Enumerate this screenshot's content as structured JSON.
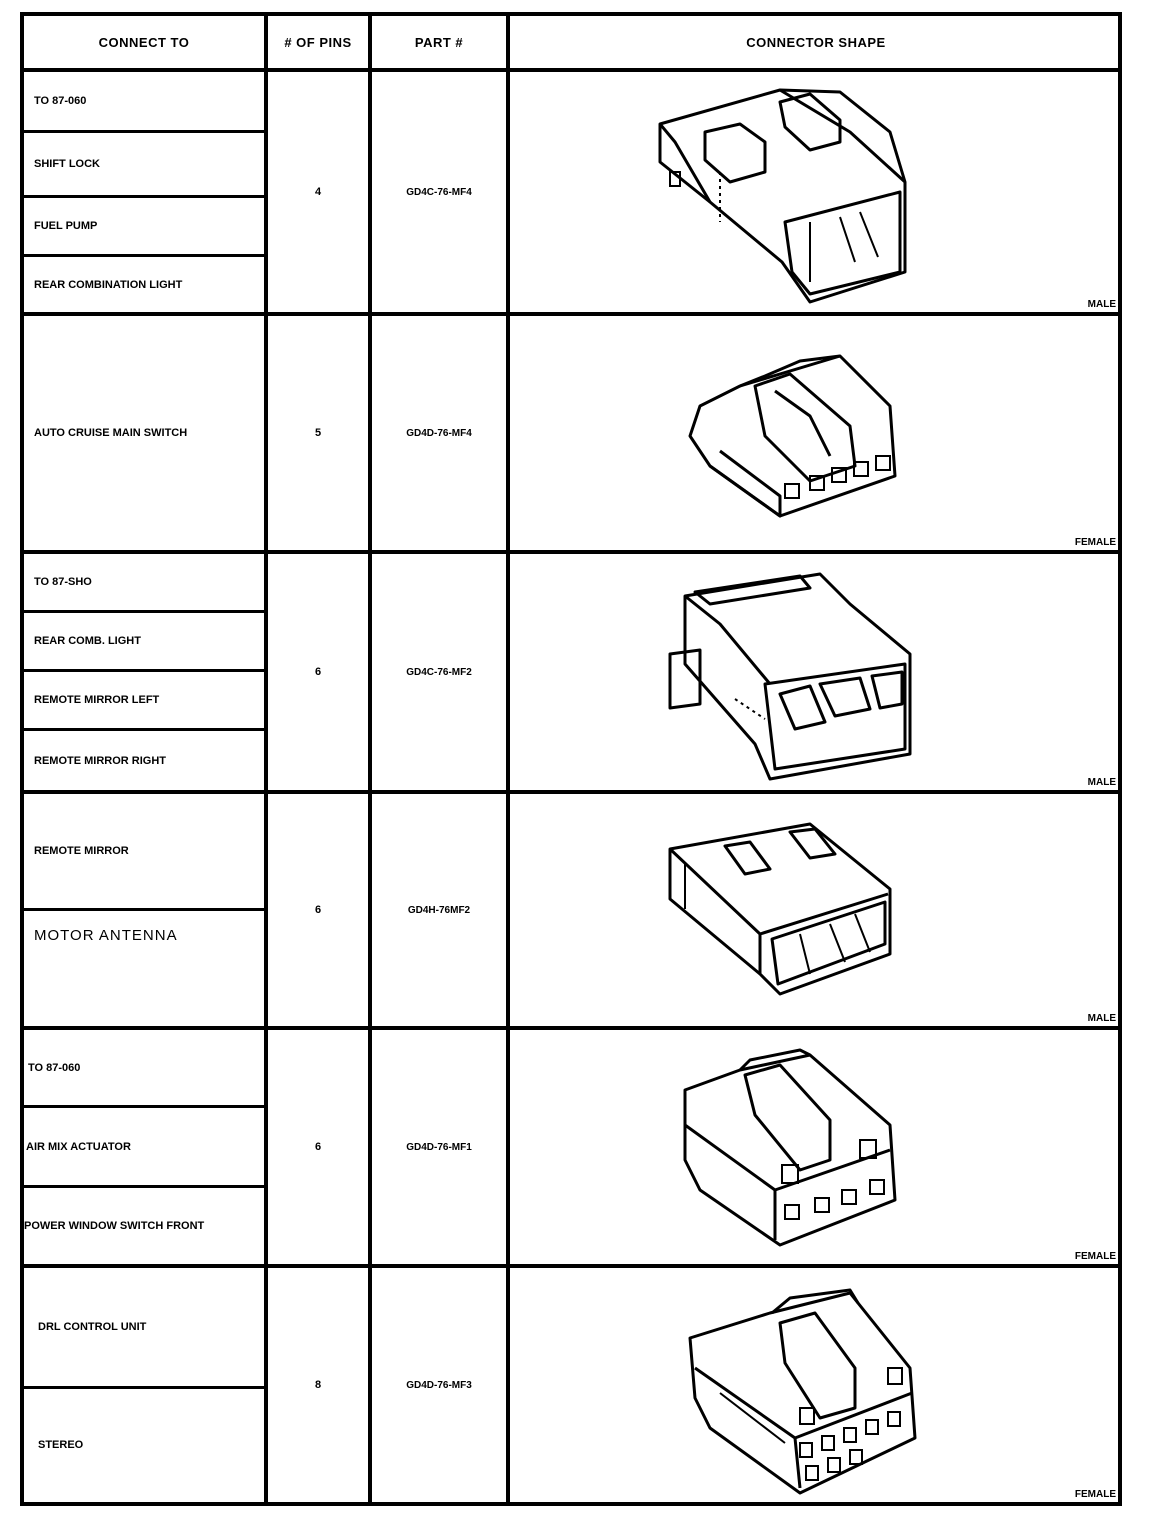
{
  "header": {
    "connect_to": "CONNECT TO",
    "pins": "# OF PINS",
    "part": "PART #",
    "shape": "CONNECTOR SHAPE"
  },
  "rows": [
    {
      "connect_to": [
        "TO 87-060",
        "SHIFT LOCK",
        "FUEL PUMP",
        "REAR COMBINATION LIGHT"
      ],
      "pins": "4",
      "part": "GD4C-76-MF4",
      "gender": "MALE"
    },
    {
      "connect_to": [
        "AUTO CRUISE MAIN SWITCH"
      ],
      "pins": "5",
      "part": "GD4D-76-MF4",
      "gender": "FEMALE"
    },
    {
      "connect_to": [
        "TO 87-SHO",
        "REAR COMB. LIGHT",
        "REMOTE  MIRROR LEFT",
        "REMOTE  MIRROR RIGHT"
      ],
      "pins": "6",
      "part": "GD4C-76-MF2",
      "gender": "MALE"
    },
    {
      "connect_to": [
        "REMOTE MIRROR",
        "MOTOR  ANTENNA"
      ],
      "pins": "6",
      "part": "GD4H-76MF2",
      "gender": "MALE"
    },
    {
      "connect_to": [
        "TO 87-060",
        "AIR MIX ACTUATOR",
        "POWER WINDOW SWITCH FRONT"
      ],
      "pins": "6",
      "part": "GD4D-76-MF1",
      "gender": "FEMALE"
    },
    {
      "connect_to": [
        "DRL CONTROL UNIT",
        "STEREO"
      ],
      "pins": "8",
      "part": "GD4D-76-MF3",
      "gender": "FEMALE"
    }
  ]
}
